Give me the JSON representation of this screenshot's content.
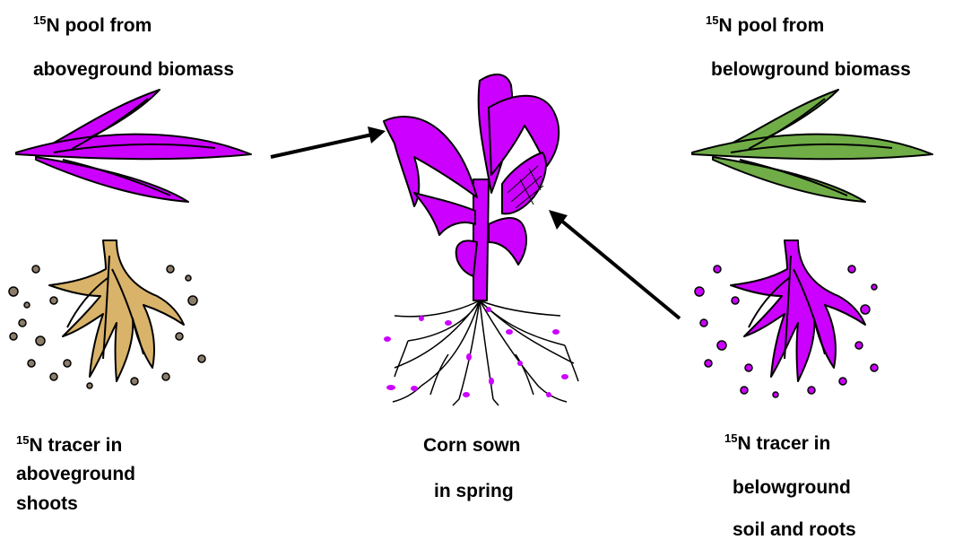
{
  "isotope": "15",
  "left": {
    "title_suffix": "N pool from",
    "title_line2": "aboveground biomass",
    "caption_suffix": "N tracer in",
    "caption_line2": "aboveground",
    "caption_line3": "shoots"
  },
  "right": {
    "title_suffix": "N pool from",
    "title_line2": "belowground biomass",
    "caption_suffix": "N tracer in",
    "caption_line2": "belowground",
    "caption_line3": "soil and roots"
  },
  "center": {
    "caption_line1": "Corn sown",
    "caption_line2": "in spring"
  },
  "colors": {
    "tracer": "#cc00ff",
    "unlabeled_leaf": "#70ad47",
    "unlabeled_root": "#d9b36a",
    "soil_particle": "#8c7d6a",
    "arrow": "#000000"
  }
}
